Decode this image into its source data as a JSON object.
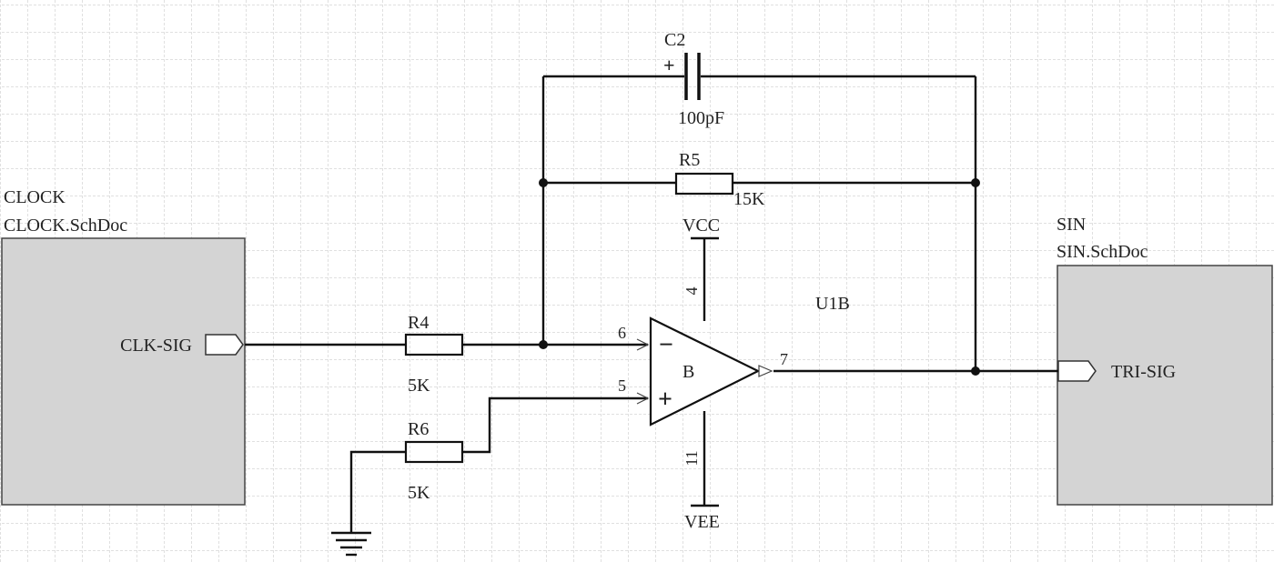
{
  "sheets": {
    "clock": {
      "name": "CLOCK",
      "file": "CLOCK.SchDoc",
      "port": "CLK-SIG"
    },
    "sin": {
      "name": "SIN",
      "file": "SIN.SchDoc",
      "port": "TRI-SIG"
    }
  },
  "components": {
    "c2": {
      "designator": "C2",
      "value": "100pF",
      "polarity": "+"
    },
    "r5": {
      "designator": "R5",
      "value": "15K"
    },
    "r4": {
      "designator": "R4",
      "value": "5K"
    },
    "r6": {
      "designator": "R6",
      "value": "5K"
    },
    "opamp": {
      "designator": "U1B",
      "part": "B",
      "pin_inverting": "6",
      "pin_noninverting": "5",
      "pin_output": "7",
      "pin_vcc": "4",
      "pin_vee": "11",
      "minus_sign": "−",
      "plus_sign": "+"
    }
  },
  "power": {
    "vcc": "VCC",
    "vee": "VEE"
  },
  "colors": {
    "grid": "#c2c2c2",
    "sheet_fill": "#d4d4d4",
    "wire": "#111111"
  }
}
